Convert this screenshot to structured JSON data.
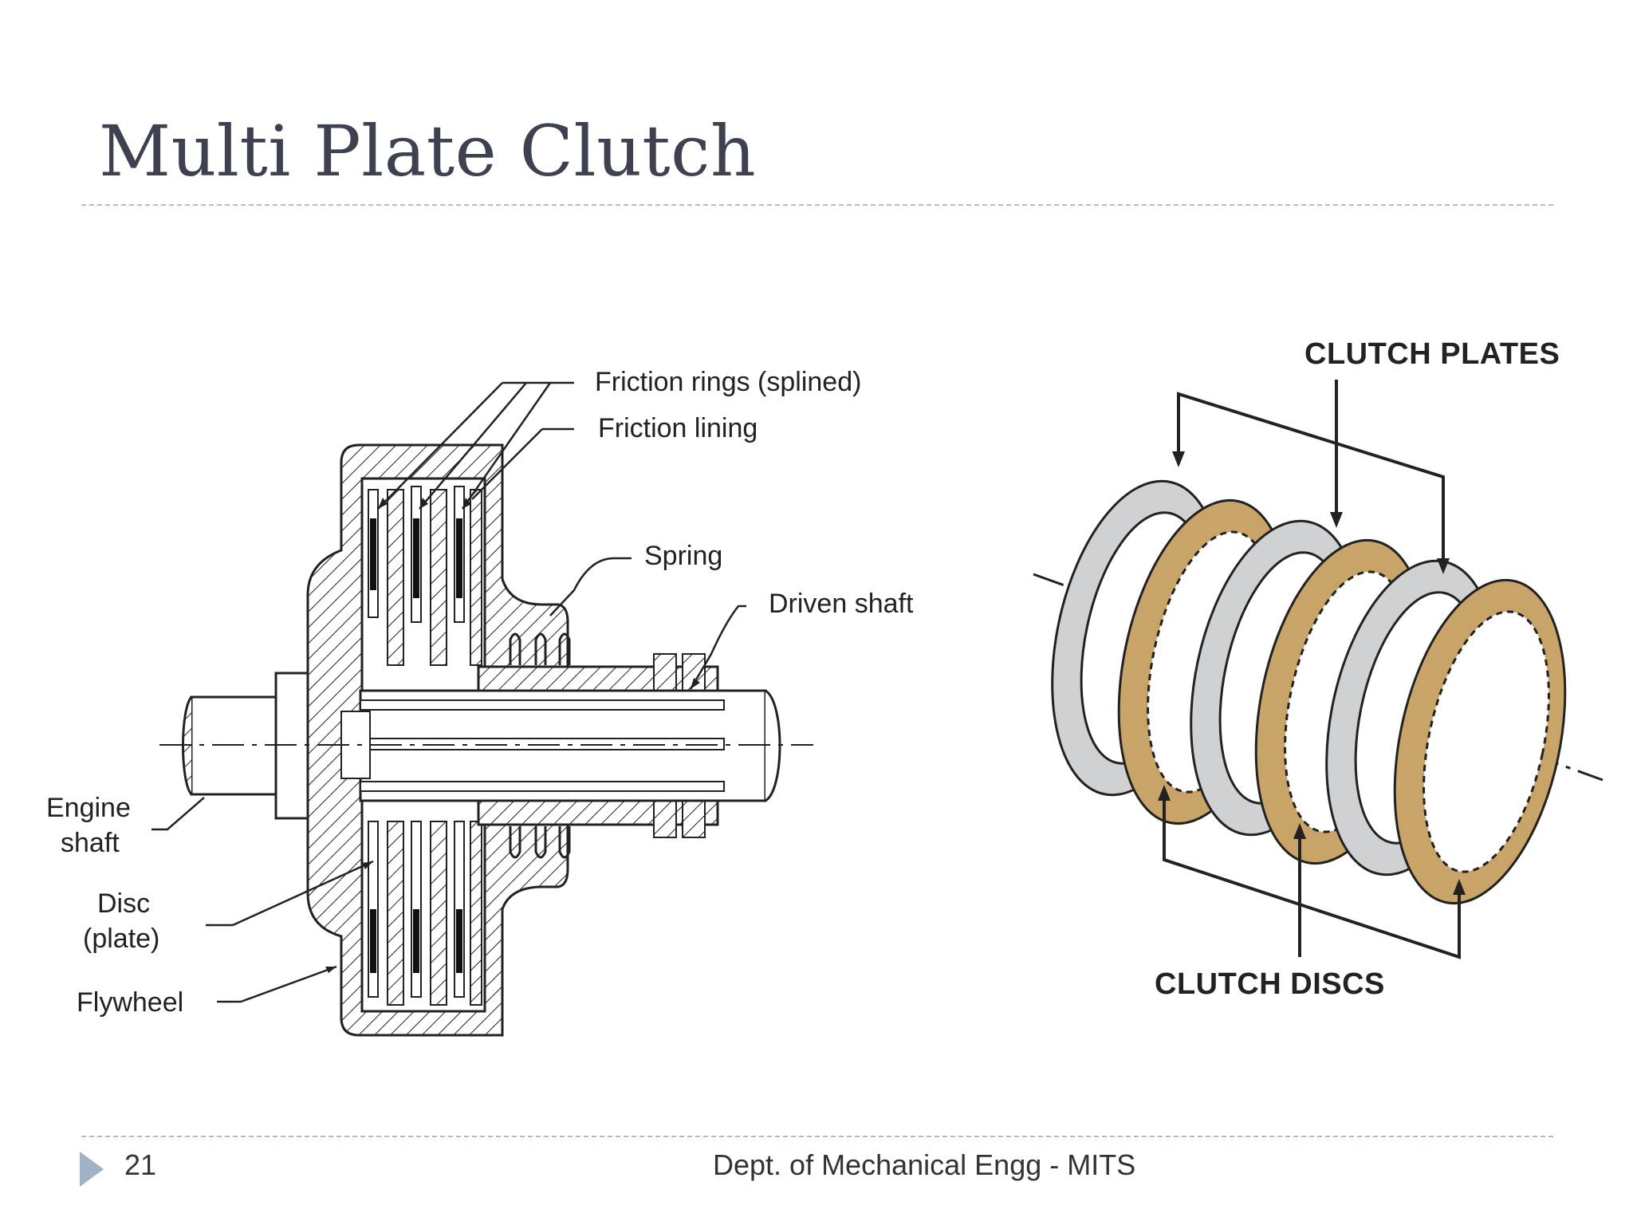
{
  "slide": {
    "title": "Multi Plate Clutch",
    "page_number": "21",
    "footer": "Dept. of Mechanical Engg - MITS"
  },
  "section_diagram": {
    "labels": {
      "friction_rings": "Friction rings (splined)",
      "friction_lining": "Friction lining",
      "spring": "Spring",
      "driven_shaft": "Driven shaft",
      "engine_shaft_1": "Engine",
      "engine_shaft_2": "shaft",
      "disc_1": "Disc",
      "disc_2": "(plate)",
      "flywheel": "Flywheel"
    }
  },
  "exploded_diagram": {
    "labels": {
      "clutch_plates": "CLUTCH PLATES",
      "clutch_discs": "CLUTCH DISCS"
    }
  },
  "colors": {
    "title": "#3e4250",
    "rule": "#b3bcc6",
    "footer_arrow": "#9fb2c6",
    "disc_lining": "#c9a468",
    "plate": "#cfd1d3"
  }
}
